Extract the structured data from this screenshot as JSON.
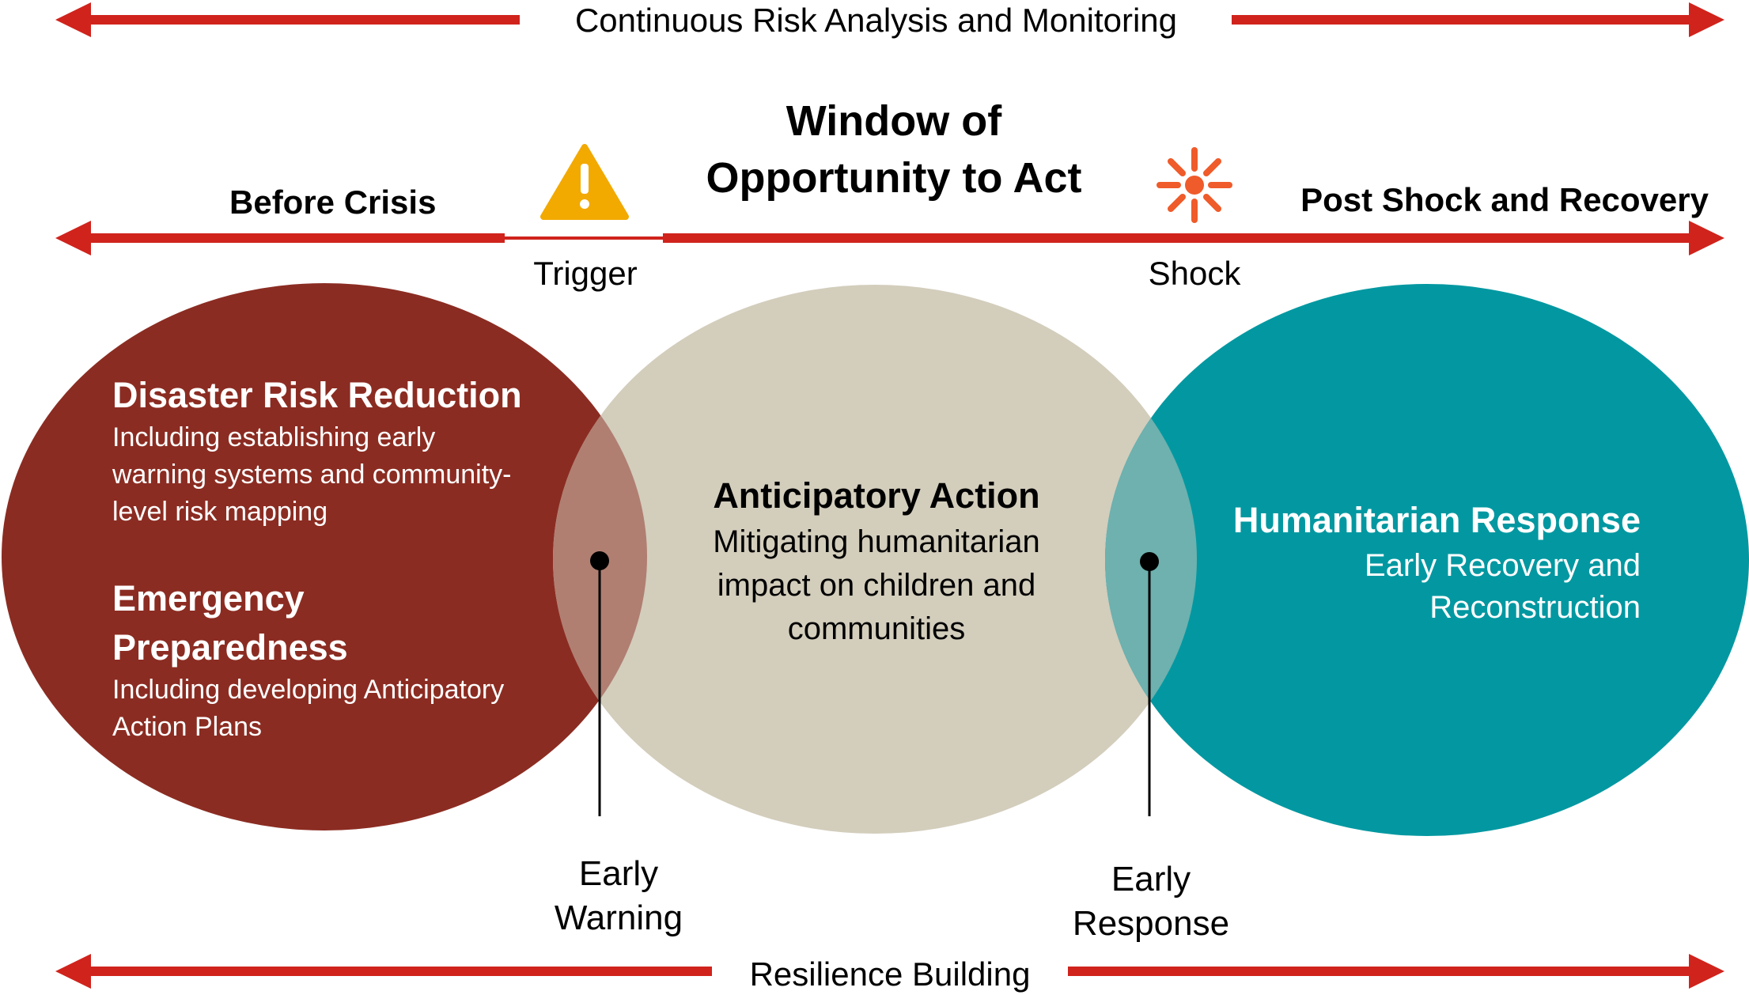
{
  "colors": {
    "arrow": "#d0231c",
    "drr_circle": "#8b2c22",
    "aa_circle": "#d3cdbc",
    "hr_circle": "#0398a1",
    "overlap_left": "#b07f72",
    "overlap_right": "#6eb1af",
    "warning_icon": "#f2a900",
    "shock_icon": "#ef5b2a"
  },
  "top_band": {
    "label": "Continuous Risk Analysis and Monitoring"
  },
  "bottom_band": {
    "label": "Resilience Building"
  },
  "timeline": {
    "window_title_line1": "Window of",
    "window_title_line2": "Opportunity to Act",
    "before_label": "Before Crisis",
    "after_label": "Post Shock and Recovery",
    "trigger_label": "Trigger",
    "shock_label": "Shock"
  },
  "icons": {
    "trigger": "warning-triangle-icon",
    "shock": "burst-icon"
  },
  "circles": {
    "drr": {
      "title1": "Disaster Risk Reduction",
      "text1_line1": "Including establishing early",
      "text1_line2": "warning systems and community-",
      "text1_line3": "level risk mapping",
      "title2_line1": "Emergency",
      "title2_line2": "Preparedness",
      "text2_line1": "Including developing Anticipatory",
      "text2_line2": "Action Plans"
    },
    "aa": {
      "title": "Anticipatory Action",
      "text_line1": "Mitigating humanitarian",
      "text_line2": "impact on children and",
      "text_line3": "communities"
    },
    "hr": {
      "title": "Humanitarian Response",
      "text_line1": "Early Recovery and",
      "text_line2": "Reconstruction"
    }
  },
  "markers": {
    "early_warning_line1": "Early",
    "early_warning_line2": "Warning",
    "early_response_line1": "Early",
    "early_response_line2": "Response"
  }
}
